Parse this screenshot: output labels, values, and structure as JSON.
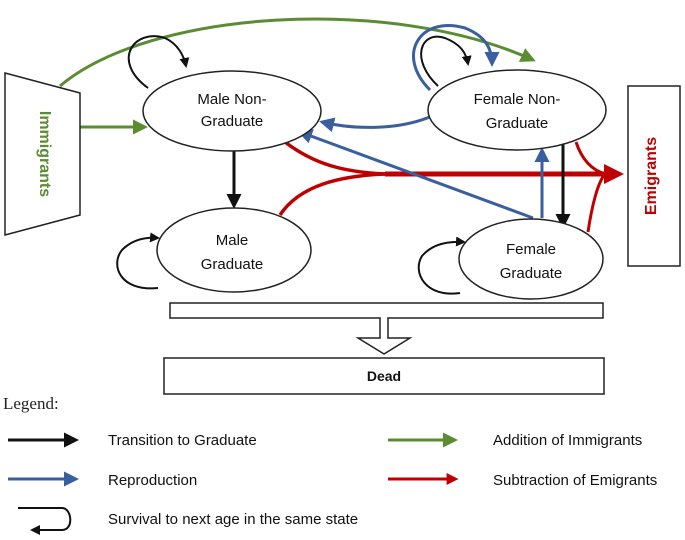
{
  "diagram": {
    "nodes": {
      "immigrants": "Immigrants",
      "emigrants": "Emigrants",
      "male_non_graduate": [
        "Male Non-",
        "Graduate"
      ],
      "female_non_graduate": [
        "Female Non-",
        "Graduate"
      ],
      "male_graduate": [
        "Male",
        "Graduate"
      ],
      "female_graduate": [
        "Female",
        "Graduate"
      ],
      "dead": "Dead"
    },
    "colors": {
      "transition": "#111111",
      "reproduction": "#3a5f9e",
      "immigrants": "#5a8c32",
      "emigrants": "#c00000"
    }
  },
  "legend": {
    "title": "Legend:",
    "transition": "Transition to Graduate",
    "reproduction": "Reproduction",
    "survival": "Survival to next age in the same state",
    "immigrants": "Addition of Immigrants",
    "emigrants": "Subtraction of Emigrants"
  }
}
